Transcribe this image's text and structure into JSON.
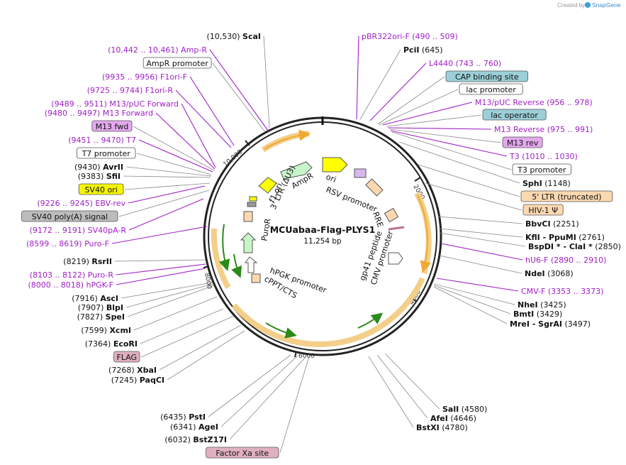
{
  "credit": {
    "prefix": "Created by",
    "brand": "SnapGene"
  },
  "plasmid": {
    "name": "MCUabaa-Flag-PLYS1",
    "length_label": "11,254 bp",
    "length": 11254
  },
  "ticks": [
    "2000",
    "4000",
    "6000",
    "8000",
    "10,000"
  ],
  "colors": {
    "primer": "#a020c8",
    "arrow_orange": "#f0a830",
    "arrow_green": "#2a8a1a",
    "backbone": "#000000"
  },
  "labels": [
    {
      "name": "ScaI",
      "pos": "(10,530)",
      "kind": "site"
    },
    {
      "text": "(10,442 .. 10,461)  Amp-R",
      "kind": "primer"
    },
    {
      "text": "AmpR promoter",
      "kind": "box",
      "fill": "#ffffff"
    },
    {
      "text": "(9935 .. 9956)  F1ori-F",
      "kind": "primer"
    },
    {
      "text": "(9725 .. 9744)  F1ori-R",
      "kind": "primer"
    },
    {
      "text": "(9489 .. 9511)  M13/pUC Forward",
      "kind": "primer"
    },
    {
      "text": "(9480 .. 9497)  M13 Forward",
      "kind": "primer"
    },
    {
      "text": "M13 fwd",
      "kind": "box",
      "fill": "#e4a8ee"
    },
    {
      "text": "(9451 .. 9470)  T7",
      "kind": "primer"
    },
    {
      "text": "T7 promoter",
      "kind": "box",
      "fill": "#ffffff"
    },
    {
      "name": "AvrII",
      "pos": "(9430)",
      "kind": "site"
    },
    {
      "name": "SfiI",
      "pos": "(9383)",
      "kind": "site"
    },
    {
      "text": "SV40 ori",
      "kind": "box",
      "fill": "#f5f500"
    },
    {
      "text": "(9226 .. 9245)  EBV-rev",
      "kind": "primer"
    },
    {
      "text": "SV40 poly(A) signal",
      "kind": "box",
      "fill": "#bcbcbc"
    },
    {
      "text": "(9172 .. 9191)  SV40pA-R",
      "kind": "primer"
    },
    {
      "text": "(8599 .. 8619)  Puro-F",
      "kind": "primer"
    },
    {
      "name": "RsrII",
      "pos": "(8219)",
      "kind": "site"
    },
    {
      "text": "(8103 .. 8122)  Puro-R",
      "kind": "primer"
    },
    {
      "text": "(8000 .. 8018)  hPGK-F",
      "kind": "primer"
    },
    {
      "name": "AscI",
      "pos": "(7916)",
      "kind": "site"
    },
    {
      "name": "BlpI",
      "pos": "(7907)",
      "kind": "site"
    },
    {
      "name": "SpeI",
      "pos": "(7827)",
      "kind": "site"
    },
    {
      "name": "XcmI",
      "pos": "(7599)",
      "kind": "site"
    },
    {
      "name": "EcoRI",
      "pos": "(7364)",
      "kind": "site"
    },
    {
      "text": "FLAG",
      "kind": "box",
      "fill": "#e0b0c0"
    },
    {
      "name": "XbaI",
      "pos": "(7268)",
      "kind": "site"
    },
    {
      "name": "PaqCI",
      "pos": "(7245)",
      "kind": "site"
    },
    {
      "name": "PstI",
      "pos": "(6435)",
      "kind": "site"
    },
    {
      "name": "AgeI",
      "pos": "(6341)",
      "kind": "site"
    },
    {
      "name": "BstZ17I",
      "pos": "(6032)",
      "kind": "site"
    },
    {
      "text": "Factor Xa site",
      "kind": "box",
      "fill": "#e0b0c0"
    },
    {
      "text": "pBR322ori-F    (490 .. 509)",
      "kind": "primer"
    },
    {
      "name": "PciI",
      "pos": "(645)",
      "kind": "site"
    },
    {
      "text": "L4440    (743 .. 760)",
      "kind": "primer"
    },
    {
      "text": "CAP binding site",
      "kind": "box",
      "fill": "#9ccfd8"
    },
    {
      "text": "lac promoter",
      "kind": "box",
      "fill": "#ffffff"
    },
    {
      "text": "M13/pUC Reverse    (956 .. 978)",
      "kind": "primer"
    },
    {
      "text": "lac operator",
      "kind": "box",
      "fill": "#9ccfd8"
    },
    {
      "text": "M13 Reverse    (975 .. 991)",
      "kind": "primer"
    },
    {
      "text": "M13 rev",
      "kind": "box",
      "fill": "#e4a8ee"
    },
    {
      "text": "T3    (1010 .. 1030)",
      "kind": "primer"
    },
    {
      "text": "T3 promoter",
      "kind": "box",
      "fill": "#ffffff"
    },
    {
      "name": "SphI",
      "pos": "(1148)",
      "kind": "site"
    },
    {
      "text": "5' LTR (truncated)",
      "kind": "box",
      "fill": "#fcd8b0"
    },
    {
      "text": "HIV-1 Ψ",
      "kind": "box",
      "fill": "#fcd8b0"
    },
    {
      "name": "BbvCI",
      "pos": "(2251)",
      "kind": "site"
    },
    {
      "name": "KflI  - PpuMI",
      "pos": "(2761)",
      "kind": "site"
    },
    {
      "name": "BspDI * - ClaI *",
      "pos": "(2850)",
      "kind": "site"
    },
    {
      "text": "hU6-F    (2890 .. 2910)",
      "kind": "primer"
    },
    {
      "name": "NdeI",
      "pos": "(3068)",
      "kind": "site"
    },
    {
      "text": "CMV-F    (3353 .. 3373)",
      "kind": "primer"
    },
    {
      "name": "NheI",
      "pos": "(3425)",
      "kind": "site"
    },
    {
      "name": "BmtI",
      "pos": "(3429)",
      "kind": "site"
    },
    {
      "name": "MreI  - SgrAI",
      "pos": "(3497)",
      "kind": "site"
    },
    {
      "name": "SalI",
      "pos": "(4580)",
      "kind": "site"
    },
    {
      "name": "AfeI",
      "pos": "(4646)",
      "kind": "site"
    },
    {
      "name": "BstXI",
      "pos": "(4780)",
      "kind": "site"
    }
  ],
  "features": [
    "ori",
    "RSV promoter",
    "RRE",
    "gp41 peptide",
    "CMV promoter",
    "hPGK promoter",
    "cPPT/CTS",
    "PuroR",
    "3' LTR (ΔU3)",
    "f1 ori",
    "AmpR"
  ]
}
